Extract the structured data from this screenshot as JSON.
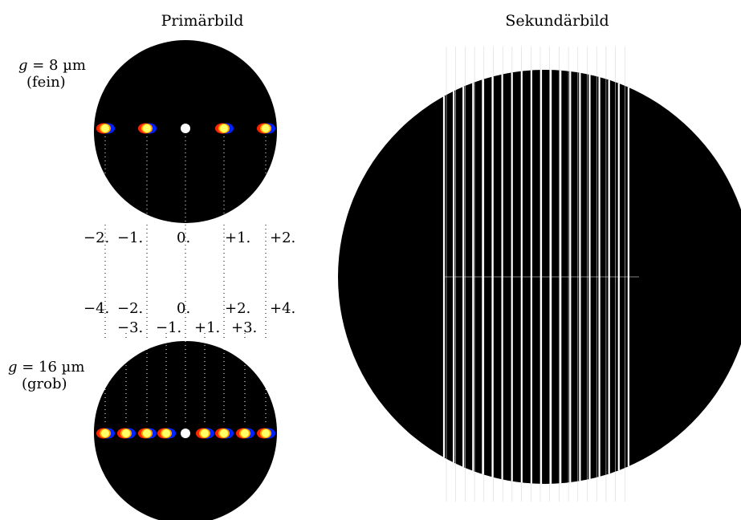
{
  "titles": {
    "primary": "Primärbild",
    "secondary": "Sekundärbild"
  },
  "fine_grating": {
    "label": "g = 8 µm",
    "label_var": "g",
    "label_rest": " = 8 µm",
    "sublabel": "(fein)",
    "orders": [
      "−2.",
      "−1.",
      "0.",
      "+1.",
      "+2."
    ]
  },
  "coarse_grating": {
    "label": "g = 16 µm",
    "label_var": "g",
    "label_rest": " = 16 µm",
    "sublabel": "(grob)",
    "orders_top": [
      "−4.",
      "−2.",
      "0.",
      "+2.",
      "+4."
    ],
    "orders_bottom": [
      "−3.",
      "−1.",
      "+1.",
      "+3."
    ]
  },
  "colors": {
    "background": "#ffffff",
    "disc": "#000000",
    "spot_center": "#ffffff",
    "spot_core": "#ffff66",
    "spot_red": "#ff2200",
    "spot_blue": "#0022ff"
  }
}
